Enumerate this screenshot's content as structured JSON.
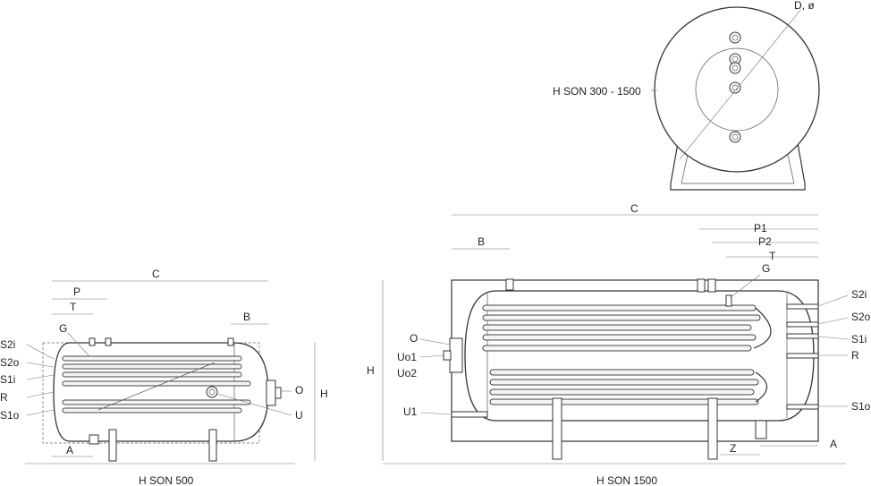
{
  "views": {
    "small": {
      "caption": "H SON 500",
      "dims": {
        "c": "C",
        "p": "P",
        "t": "T",
        "b": "B",
        "a": "A",
        "h": "H"
      },
      "ports_left": [
        "S2i",
        "S2o",
        "S1i",
        "R",
        "S1o"
      ],
      "g": "G",
      "ports_right": [
        "O",
        "U"
      ]
    },
    "large": {
      "caption": "H SON 1500",
      "dims": {
        "c": "C",
        "b": "B",
        "p1": "P1",
        "p2": "P2",
        "t": "T",
        "g": "G",
        "h": "H",
        "z": "Z",
        "a": "A"
      },
      "ports_right": [
        "S2i",
        "S2o",
        "S1i",
        "R",
        "S1o"
      ],
      "ports_left": [
        "O",
        "Uo1",
        "Uo2",
        "U1"
      ]
    },
    "end": {
      "caption": "H SON 300 - 1500",
      "diameter": "D, ø"
    }
  }
}
